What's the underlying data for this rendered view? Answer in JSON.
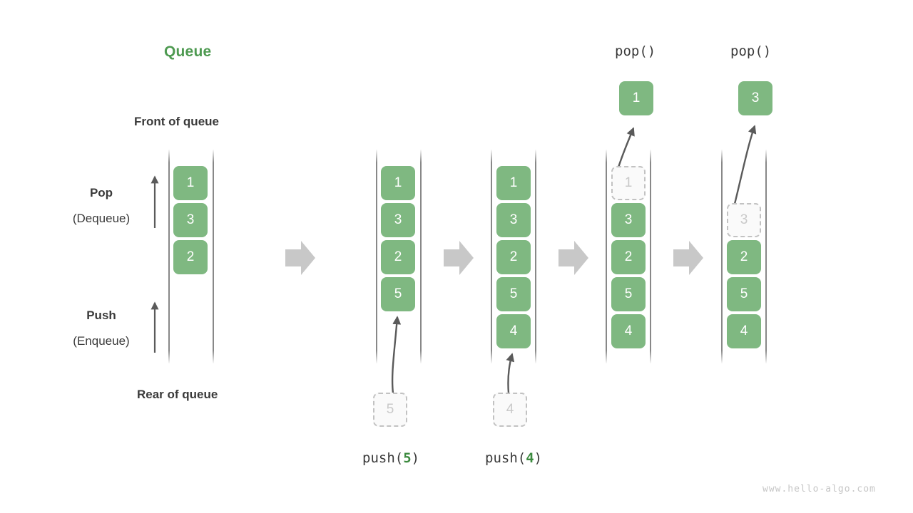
{
  "meta": {
    "title": "Queue",
    "watermark": "www.hello-algo.com"
  },
  "labels": {
    "front_of_queue": "Front of queue",
    "rear_of_queue": "Rear of queue",
    "pop_strong": "Pop",
    "pop_weak": "(Dequeue)",
    "push_strong": "Push",
    "push_weak": "(Enqueue)"
  },
  "colors": {
    "accent_green": "#4E9A51",
    "cell_green": "#7FB881",
    "cell_text": "#FFFFFF",
    "ghost_fill": "#FAFAFA",
    "ghost_border": "#C2C2C2",
    "ghost_text": "#C9C9C9",
    "rail": "#555555",
    "arrow_gray": "#C8C8C8",
    "curve_arrow": "#5A5A5A",
    "text_dark": "#3A3A3A",
    "watermark": "#C6C6C6"
  },
  "captions": {
    "push5": {
      "fn": "push(",
      "arg": "5",
      "close": ")"
    },
    "push4": {
      "fn": "push(",
      "arg": "4",
      "close": ")"
    },
    "pop1": "pop()",
    "pop2": "pop()"
  },
  "stages": [
    {
      "id": "initial",
      "name": "initial-queue",
      "cells": [
        {
          "value": "1",
          "state": "filled"
        },
        {
          "value": "3",
          "state": "filled"
        },
        {
          "value": "2",
          "state": "filled"
        }
      ],
      "incoming": null,
      "outgoing": null,
      "caption": null
    },
    {
      "id": "after-push-5",
      "name": "queue-after-push-5",
      "cells": [
        {
          "value": "1",
          "state": "filled"
        },
        {
          "value": "3",
          "state": "filled"
        },
        {
          "value": "2",
          "state": "filled"
        },
        {
          "value": "5",
          "state": "filled"
        }
      ],
      "incoming": {
        "value": "5",
        "state": "ghost"
      },
      "outgoing": null,
      "caption": "push(5)"
    },
    {
      "id": "after-push-4",
      "name": "queue-after-push-4",
      "cells": [
        {
          "value": "1",
          "state": "filled"
        },
        {
          "value": "3",
          "state": "filled"
        },
        {
          "value": "2",
          "state": "filled"
        },
        {
          "value": "5",
          "state": "filled"
        },
        {
          "value": "4",
          "state": "filled"
        }
      ],
      "incoming": {
        "value": "4",
        "state": "ghost"
      },
      "outgoing": null,
      "caption": "push(4)"
    },
    {
      "id": "after-pop-1",
      "name": "queue-after-pop-1",
      "cells": [
        {
          "value": "1",
          "state": "ghost"
        },
        {
          "value": "3",
          "state": "filled"
        },
        {
          "value": "2",
          "state": "filled"
        },
        {
          "value": "5",
          "state": "filled"
        },
        {
          "value": "4",
          "state": "filled"
        }
      ],
      "incoming": null,
      "outgoing": {
        "value": "1",
        "state": "filled"
      },
      "caption": "pop()"
    },
    {
      "id": "after-pop-3",
      "name": "queue-after-pop-3",
      "cells": [
        {
          "value": "3",
          "state": "ghost"
        },
        {
          "value": "2",
          "state": "filled"
        },
        {
          "value": "5",
          "state": "filled"
        },
        {
          "value": "4",
          "state": "filled"
        }
      ],
      "incoming": null,
      "outgoing": {
        "value": "3",
        "state": "filled"
      },
      "caption": "pop()"
    }
  ],
  "flow_arrows": [
    {
      "name": "flow-arrow-1"
    },
    {
      "name": "flow-arrow-2"
    },
    {
      "name": "flow-arrow-3"
    },
    {
      "name": "flow-arrow-4"
    }
  ]
}
